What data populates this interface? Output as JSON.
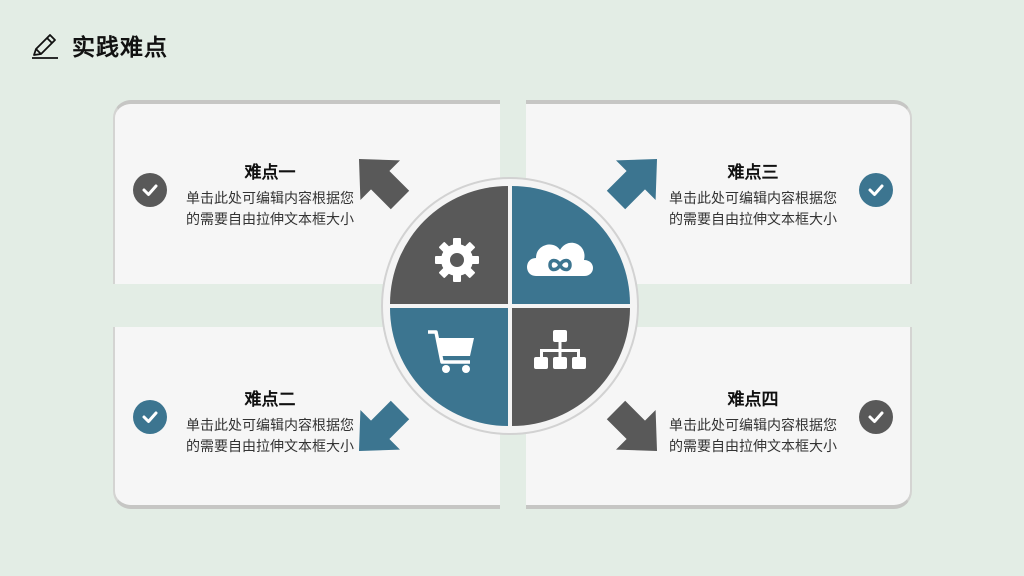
{
  "header": {
    "title": "实践难点",
    "icon": "pencil-icon"
  },
  "colors": {
    "dark": "#595959",
    "teal": "#3c7590",
    "card": "#f6f6f6",
    "background": "#e3ede5"
  },
  "points": [
    {
      "title": "难点一",
      "body": "单击此处可编辑内容根据您的需要自由拉伸文本框大小",
      "check_color": "dark",
      "center_icon": "gear-icon"
    },
    {
      "title": "难点三",
      "body": "单击此处可编辑内容根据您的需要自由拉伸文本框大小",
      "check_color": "teal",
      "center_icon": "cloud-infinity-icon"
    },
    {
      "title": "难点二",
      "body": "单击此处可编辑内容根据您的需要自由拉伸文本框大小",
      "check_color": "teal",
      "center_icon": "shopping-cart-icon"
    },
    {
      "title": "难点四",
      "body": "单击此处可编辑内容根据您的需要自由拉伸文本框大小",
      "check_color": "dark",
      "center_icon": "org-chart-icon"
    }
  ]
}
